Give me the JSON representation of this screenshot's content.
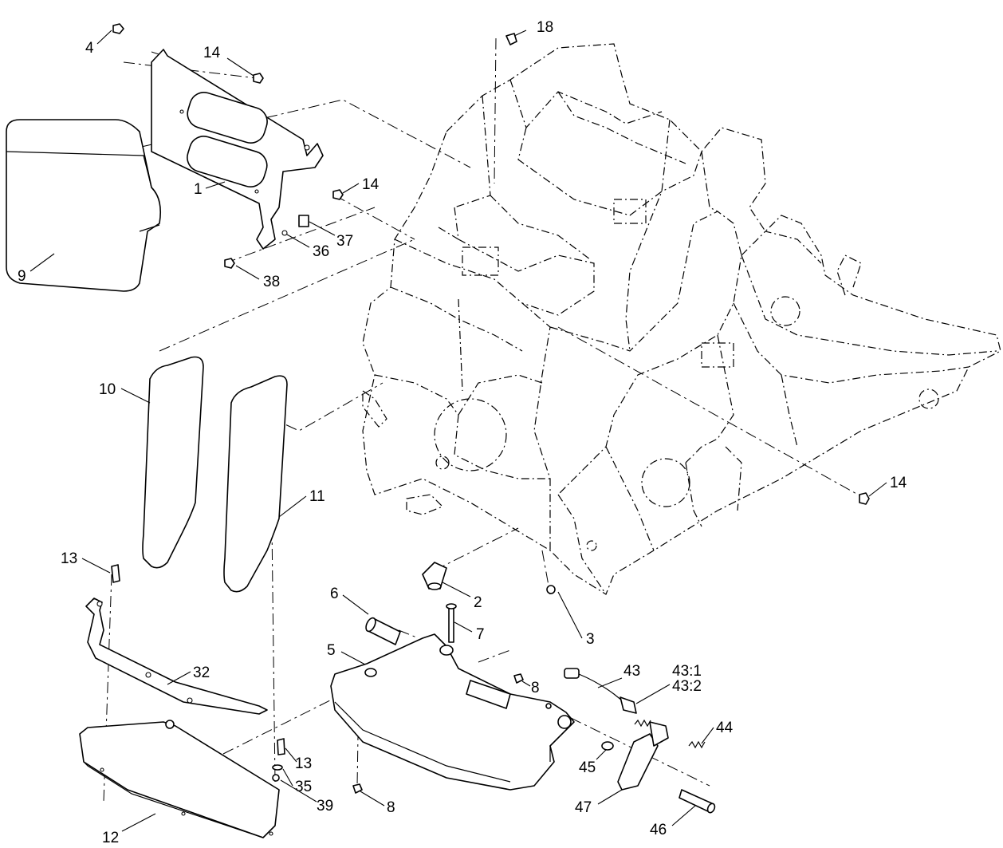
{
  "diagram": {
    "callouts": {
      "c1": "1",
      "c2": "2",
      "c3": "3",
      "c4": "4",
      "c5": "5",
      "c6": "6",
      "c7": "7",
      "c8a": "8",
      "c8b": "8",
      "c9": "9",
      "c10": "10",
      "c11": "11",
      "c12": "12",
      "c13a": "13",
      "c13b": "13",
      "c14a": "14",
      "c14b": "14",
      "c14c": "14",
      "c18": "18",
      "c32": "32",
      "c35": "35",
      "c36": "36",
      "c37": "37",
      "c38": "38",
      "c39": "39",
      "c43": "43",
      "c43_1": "43:1",
      "c43_2": "43:2",
      "c44": "44",
      "c45": "45",
      "c46": "46",
      "c47": "47"
    }
  }
}
